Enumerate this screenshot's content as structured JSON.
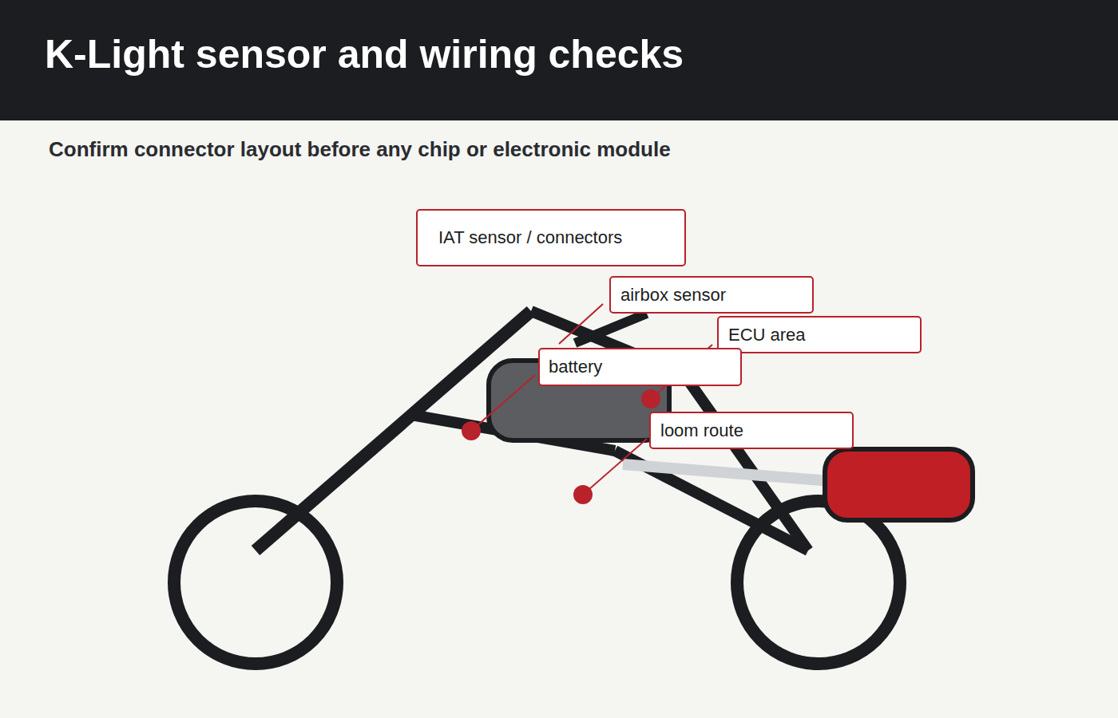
{
  "diagram": {
    "title": "K-Light sensor and wiring checks",
    "caption": "Confirm connector layout before any chip or electronic module",
    "nodes": [
      {
        "text": [
          "IAT sensor / connectors"
        ]
      },
      {
        "text": [
          "airbox sensor"
        ]
      },
      {
        "text": [
          "ECU area"
        ]
      },
      {
        "text": [
          "battery"
        ]
      },
      {
        "text": [
          "loom route"
        ]
      }
    ]
  }
}
